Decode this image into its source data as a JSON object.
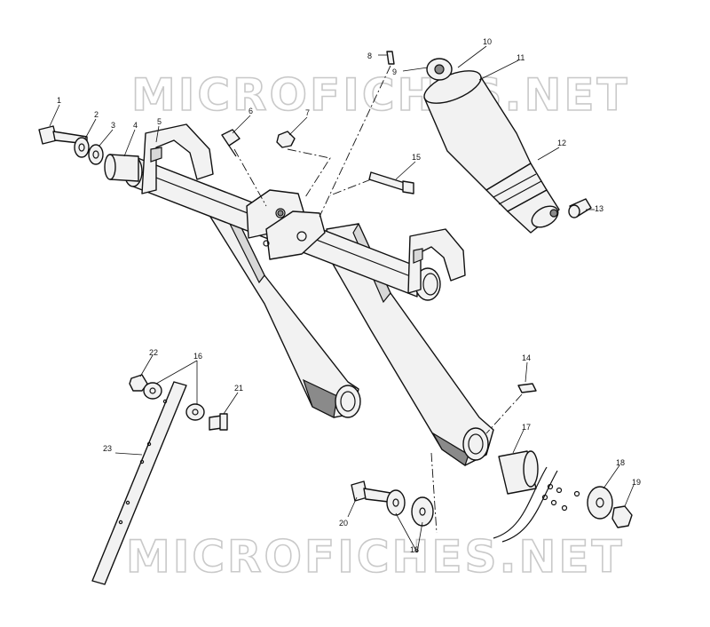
{
  "watermarks": [
    "MICROFICHES.NET",
    "MICROFICHES.NET"
  ],
  "callouts": [
    {
      "id": "c1",
      "label": "1"
    },
    {
      "id": "c2",
      "label": "2"
    },
    {
      "id": "c3",
      "label": "3"
    },
    {
      "id": "c4",
      "label": "4"
    },
    {
      "id": "c5",
      "label": "5"
    },
    {
      "id": "c6",
      "label": "6"
    },
    {
      "id": "c7",
      "label": "7"
    },
    {
      "id": "c8",
      "label": "8"
    },
    {
      "id": "c9",
      "label": "9"
    },
    {
      "id": "c10",
      "label": "10"
    },
    {
      "id": "c11",
      "label": "11"
    },
    {
      "id": "c12",
      "label": "12"
    },
    {
      "id": "c13",
      "label": "13"
    },
    {
      "id": "c14",
      "label": "14"
    },
    {
      "id": "c15",
      "label": "15"
    },
    {
      "id": "c16",
      "label": "16"
    },
    {
      "id": "c17",
      "label": "17"
    },
    {
      "id": "c18a",
      "label": "18"
    },
    {
      "id": "c18b",
      "label": "18"
    },
    {
      "id": "c19",
      "label": "19"
    },
    {
      "id": "c20",
      "label": "20"
    },
    {
      "id": "c21",
      "label": "21"
    },
    {
      "id": "c22",
      "label": "22"
    },
    {
      "id": "c23",
      "label": "23"
    }
  ]
}
